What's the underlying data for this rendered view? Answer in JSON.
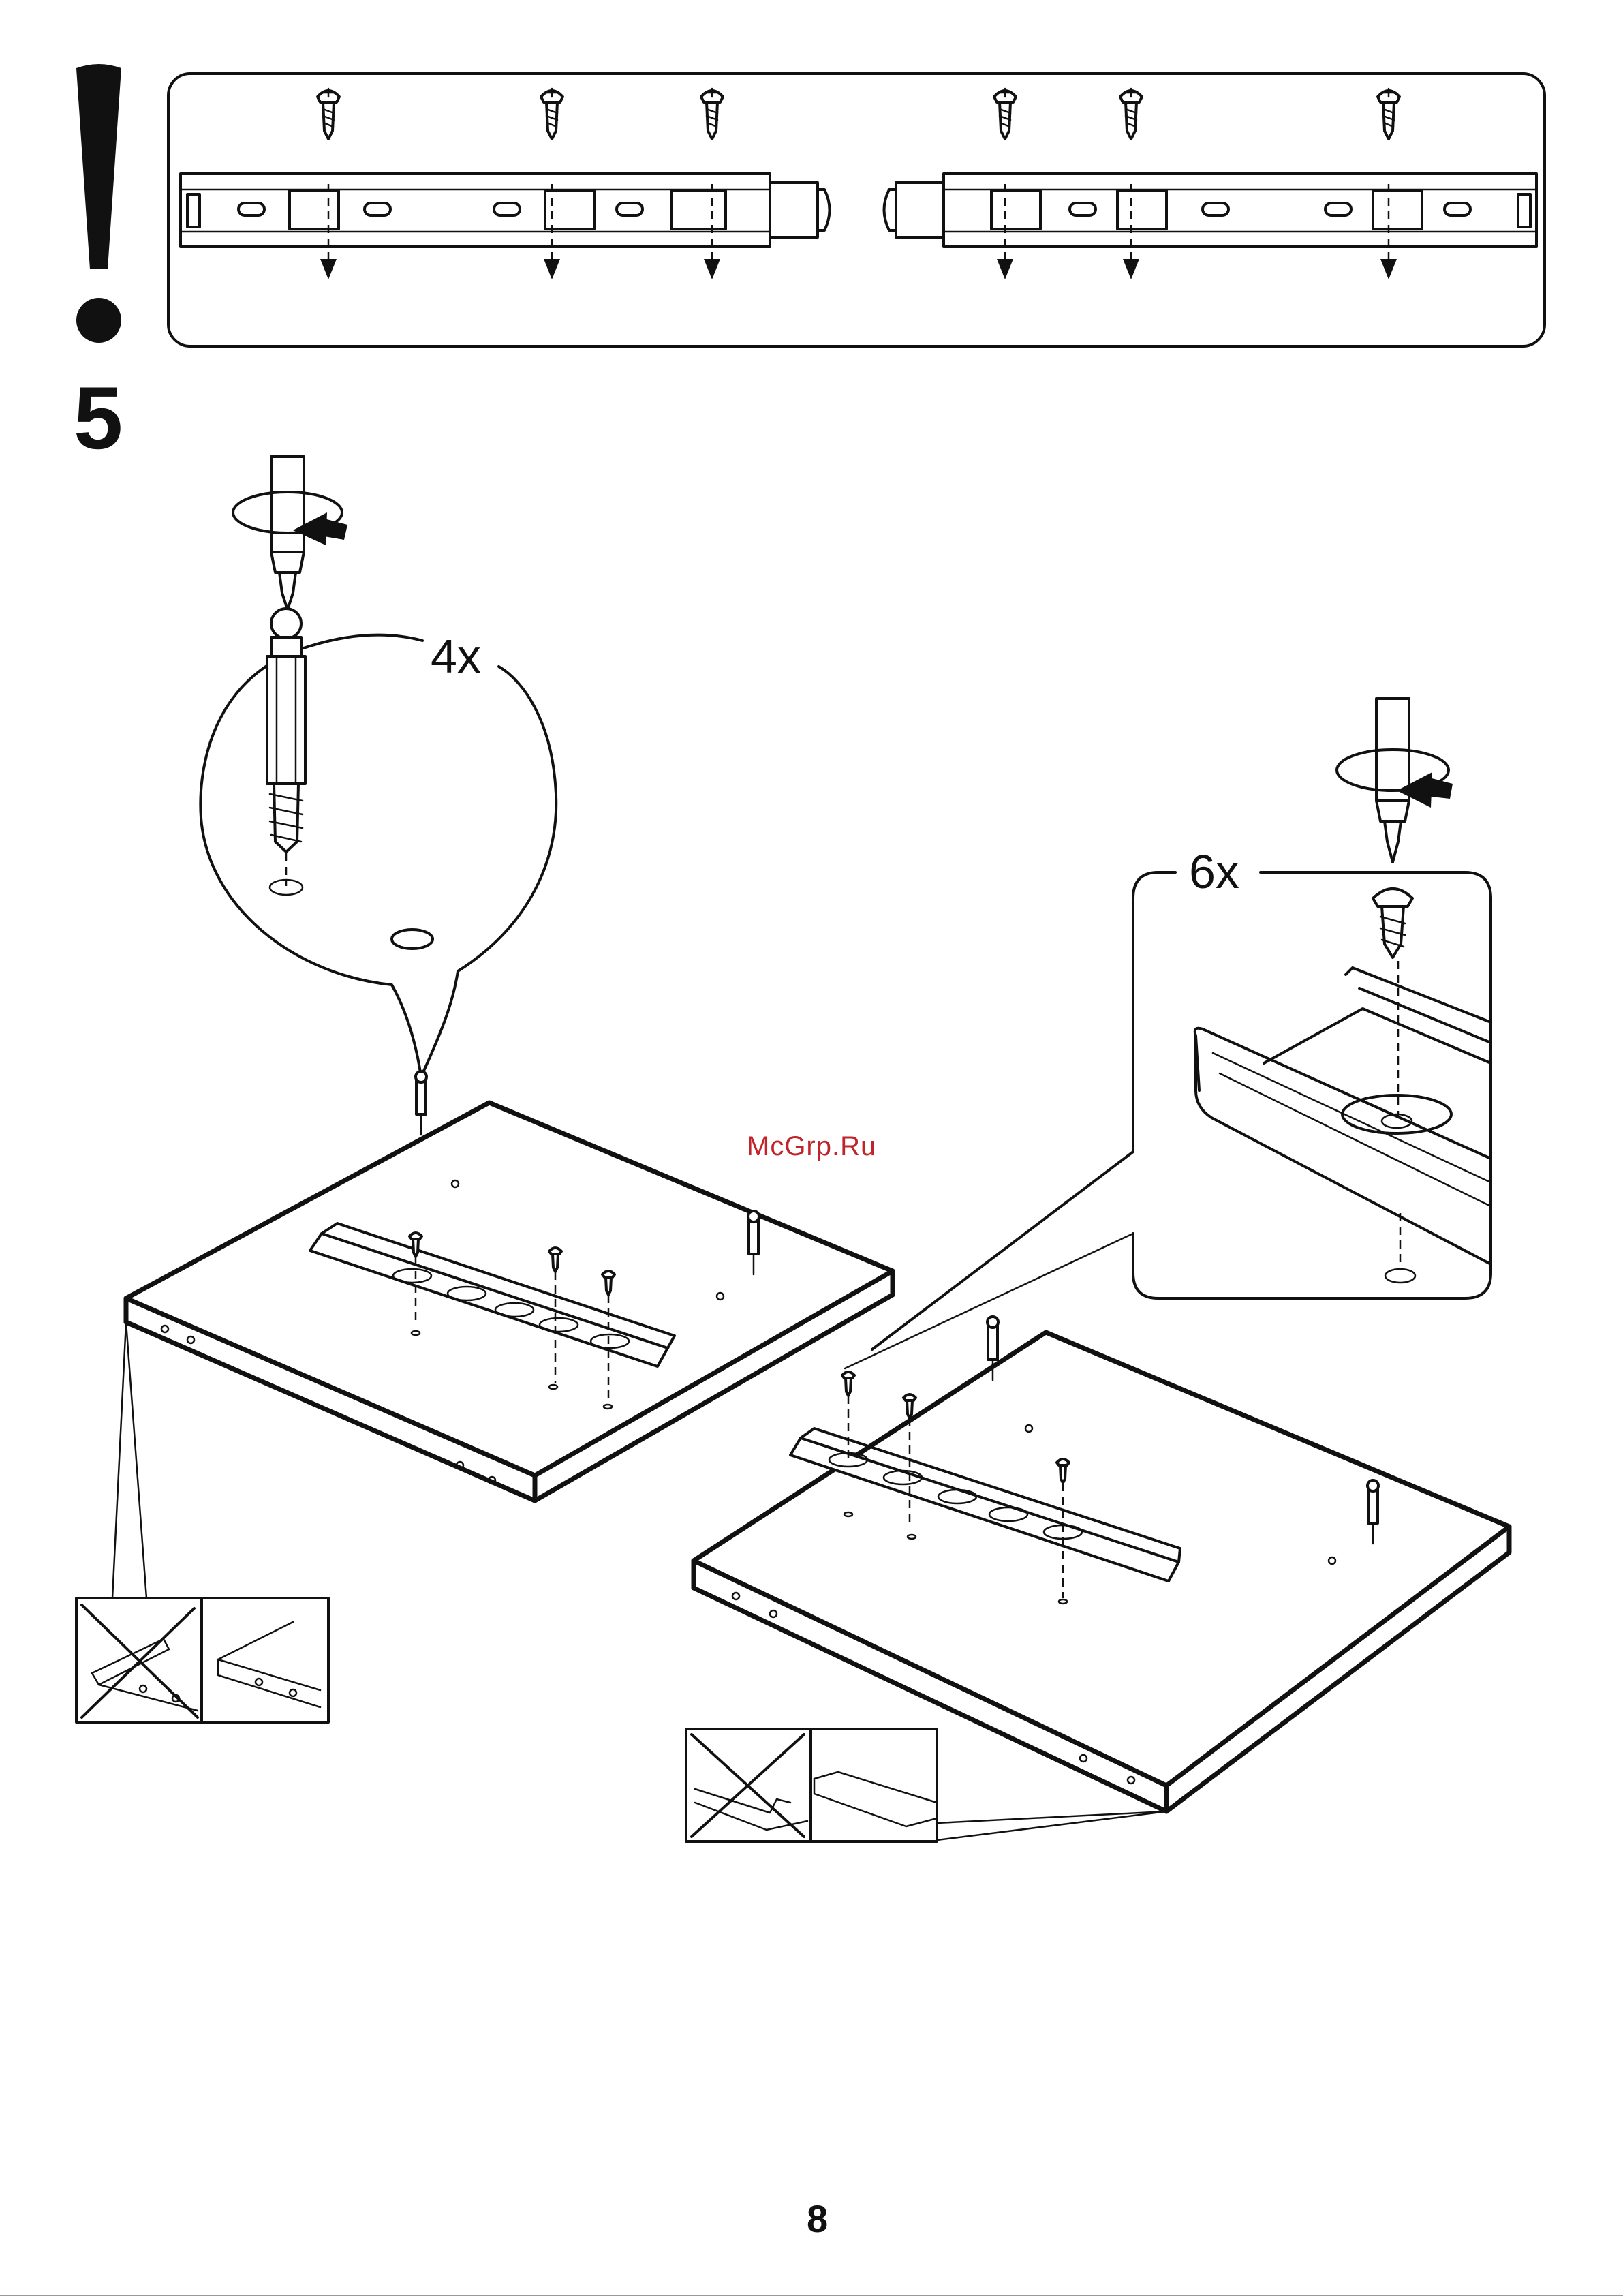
{
  "step": {
    "number": "5"
  },
  "callouts": {
    "left_quantity": "4x",
    "right_quantity": "6x"
  },
  "watermark": {
    "text": "McGrp.Ru"
  },
  "footer": {
    "page_number": "8"
  },
  "icons": [
    "exclamation-icon",
    "screw-icon",
    "arrow-down-icon",
    "screwdriver-icon",
    "rotation-arrow-icon",
    "dowel-screw-icon",
    "cross-out-icon"
  ],
  "colors": {
    "line": "#111111",
    "background": "#ffffff",
    "watermark": "#c0242b"
  }
}
